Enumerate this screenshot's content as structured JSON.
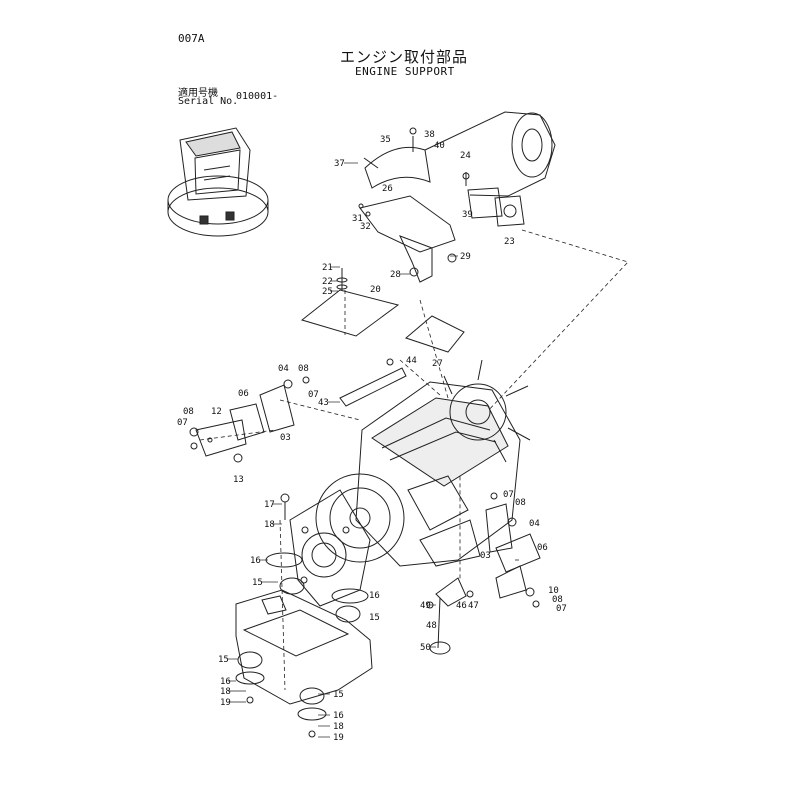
{
  "header": {
    "page_code": "007A",
    "title_ja": "エンジン取付部品",
    "title_en": "ENGINE SUPPORT",
    "serial_label_ja": "適用号機",
    "serial_label_en": "Serial No.",
    "serial_value": "010001-"
  },
  "callouts": [
    {
      "id": "c35",
      "label": "35"
    },
    {
      "id": "c38",
      "label": "38"
    },
    {
      "id": "c40",
      "label": "40"
    },
    {
      "id": "c37",
      "label": "37"
    },
    {
      "id": "c24",
      "label": "24"
    },
    {
      "id": "c26",
      "label": "26"
    },
    {
      "id": "c31",
      "label": "31"
    },
    {
      "id": "c32",
      "label": "32"
    },
    {
      "id": "c39",
      "label": "39"
    },
    {
      "id": "c23",
      "label": "23"
    },
    {
      "id": "c21",
      "label": "21"
    },
    {
      "id": "c22",
      "label": "22"
    },
    {
      "id": "c25",
      "label": "25"
    },
    {
      "id": "c20",
      "label": "20"
    },
    {
      "id": "c28",
      "label": "28"
    },
    {
      "id": "c29",
      "label": "29"
    },
    {
      "id": "c27",
      "label": "27"
    },
    {
      "id": "c44",
      "label": "44"
    },
    {
      "id": "c04a",
      "label": "04"
    },
    {
      "id": "c08a",
      "label": "08"
    },
    {
      "id": "c07a",
      "label": "07"
    },
    {
      "id": "c06a",
      "label": "06"
    },
    {
      "id": "c43",
      "label": "43"
    },
    {
      "id": "c08b",
      "label": "08"
    },
    {
      "id": "c12",
      "label": "12"
    },
    {
      "id": "c07b",
      "label": "07"
    },
    {
      "id": "c03a",
      "label": "03"
    },
    {
      "id": "c13",
      "label": "13"
    },
    {
      "id": "c17",
      "label": "17"
    },
    {
      "id": "c18a",
      "label": "18"
    },
    {
      "id": "c16a",
      "label": "16"
    },
    {
      "id": "c15a",
      "label": "15"
    },
    {
      "id": "c16b",
      "label": "16"
    },
    {
      "id": "c15b",
      "label": "15"
    },
    {
      "id": "c15c",
      "label": "15"
    },
    {
      "id": "c16c",
      "label": "16"
    },
    {
      "id": "c18b",
      "label": "18"
    },
    {
      "id": "c19a",
      "label": "19"
    },
    {
      "id": "c15d",
      "label": "15"
    },
    {
      "id": "c16d",
      "label": "16"
    },
    {
      "id": "c18c",
      "label": "18"
    },
    {
      "id": "c19b",
      "label": "19"
    },
    {
      "id": "c07c",
      "label": "07"
    },
    {
      "id": "c08c",
      "label": "08"
    },
    {
      "id": "c04b",
      "label": "04"
    },
    {
      "id": "c03b",
      "label": "03"
    },
    {
      "id": "c06b",
      "label": "06"
    },
    {
      "id": "c49",
      "label": "49"
    },
    {
      "id": "c46",
      "label": "46"
    },
    {
      "id": "c47",
      "label": "47"
    },
    {
      "id": "c48",
      "label": "48"
    },
    {
      "id": "c50",
      "label": "50"
    },
    {
      "id": "c10",
      "label": "10"
    },
    {
      "id": "c08d",
      "label": "08"
    },
    {
      "id": "c07d",
      "label": "07"
    }
  ]
}
